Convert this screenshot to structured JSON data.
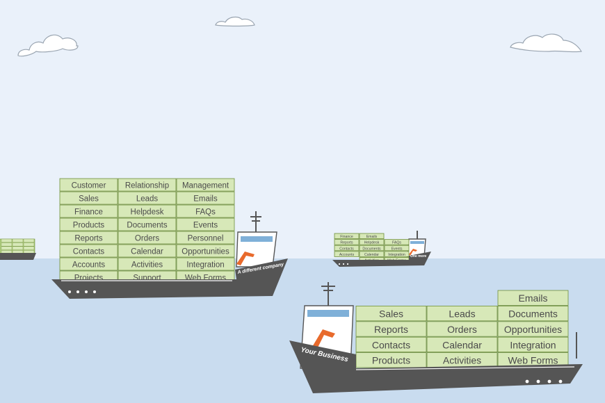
{
  "colors": {
    "sky": "#eaf1fa",
    "sea": "#c9dcef",
    "hull": "#555555",
    "container_light": "#d7e8b8",
    "container_mid": "#bcd98c",
    "container_dark": "#9ccc4e",
    "container_border": "#6f8f3a",
    "container_text": "#4a4a4a",
    "crane": "#e86a2c",
    "window": "#7fb0d8"
  },
  "ship_left": {
    "hull_label": "A different company",
    "containers": [
      [
        "Customer",
        "Relationship",
        "Management"
      ],
      [
        "Sales",
        "Leads",
        "Emails"
      ],
      [
        "Finance",
        "Helpdesk",
        "FAQs"
      ],
      [
        "Products",
        "Documents",
        "Events"
      ],
      [
        "Reports",
        "Orders",
        "Personnel"
      ],
      [
        "Contacts",
        "Calendar",
        "Opportunities"
      ],
      [
        "Accounts",
        "Activities",
        "Integration"
      ],
      [
        "Projects",
        "Support",
        "Web Forms"
      ]
    ]
  },
  "ship_mid": {
    "hull_label": "One more",
    "containers": [
      [
        "Finance",
        "Emails",
        ""
      ],
      [
        "Reports",
        "Helpdesk",
        "FAQs"
      ],
      [
        "Contacts",
        "Documents",
        "Events"
      ],
      [
        "Accounts",
        "Calendar",
        "Integration"
      ],
      [
        "",
        "Activities",
        "Web Forms"
      ]
    ]
  },
  "ship_main": {
    "hull_label": "Your Business",
    "containers": [
      [
        "",
        "",
        "Emails"
      ],
      [
        "Sales",
        "Leads",
        "Documents"
      ],
      [
        "Reports",
        "Orders",
        "Opportunities"
      ],
      [
        "Contacts",
        "Calendar",
        "Integration"
      ],
      [
        "Products",
        "Activities",
        "Web Forms"
      ]
    ]
  },
  "ship_far_left": {
    "containers": [
      [
        "",
        "",
        ""
      ],
      [
        "",
        "",
        ""
      ],
      [
        "",
        "",
        ""
      ],
      [
        "",
        "",
        ""
      ]
    ]
  }
}
